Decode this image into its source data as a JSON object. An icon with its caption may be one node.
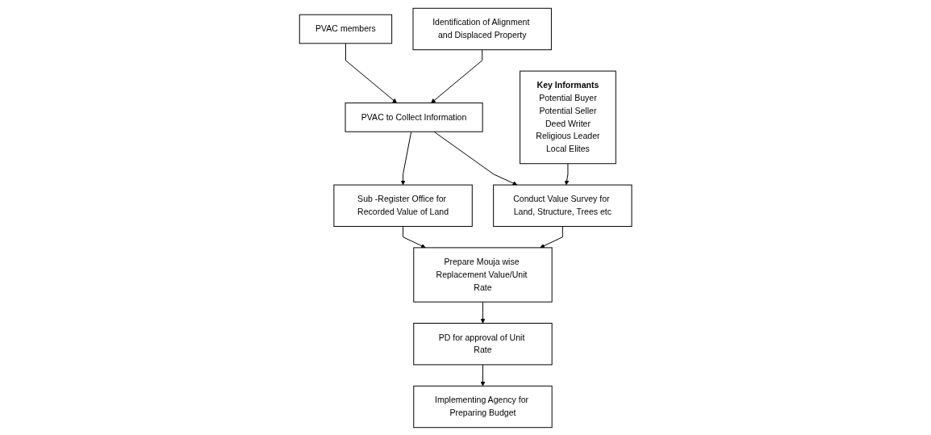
{
  "diagram": {
    "nodes": [
      {
        "text": [
          "Identification of Alignment and Displaced Property"
        ]
      },
      {
        "text": [
          "PVAC members"
        ]
      },
      {
        "text": [
          "PVAC to Collect Information"
        ]
      },
      {
        "text": [
          "Key Informants",
          "Potential Buyer",
          "Potential Seller",
          "Deed Writer",
          "Religious Leader",
          "Local Elites"
        ]
      },
      {
        "text": [
          "Conduct Value Survey for Land, Structure, Trees etc"
        ]
      },
      {
        "text": [
          "Sub -Register Office for Recorded Value of Land"
        ]
      },
      {
        "text": [
          "PD for approval of Unit Rate"
        ]
      },
      {
        "text": [
          "Prepare Mouja wise Replacement Value/Unit Rate"
        ]
      },
      {
        "text": [
          "Implementing Agency for Preparing Budget"
        ]
      }
    ],
    "edges": [
      {
        "from": 0,
        "to": 2,
        "arrow": "to"
      },
      {
        "from": 1,
        "to": 2,
        "arrow": "to"
      },
      {
        "from": 2,
        "to": 4,
        "arrow": "to"
      },
      {
        "from": 2,
        "to": 5,
        "arrow": "to"
      },
      {
        "from": 3,
        "to": 4,
        "arrow": "to"
      },
      {
        "from": 4,
        "to": 7,
        "arrow": "to"
      },
      {
        "from": 5,
        "to": 7,
        "arrow": "to"
      },
      {
        "from": 7,
        "to": 6,
        "arrow": "to"
      },
      {
        "from": 6,
        "to": 8,
        "arrow": "to"
      }
    ]
  }
}
